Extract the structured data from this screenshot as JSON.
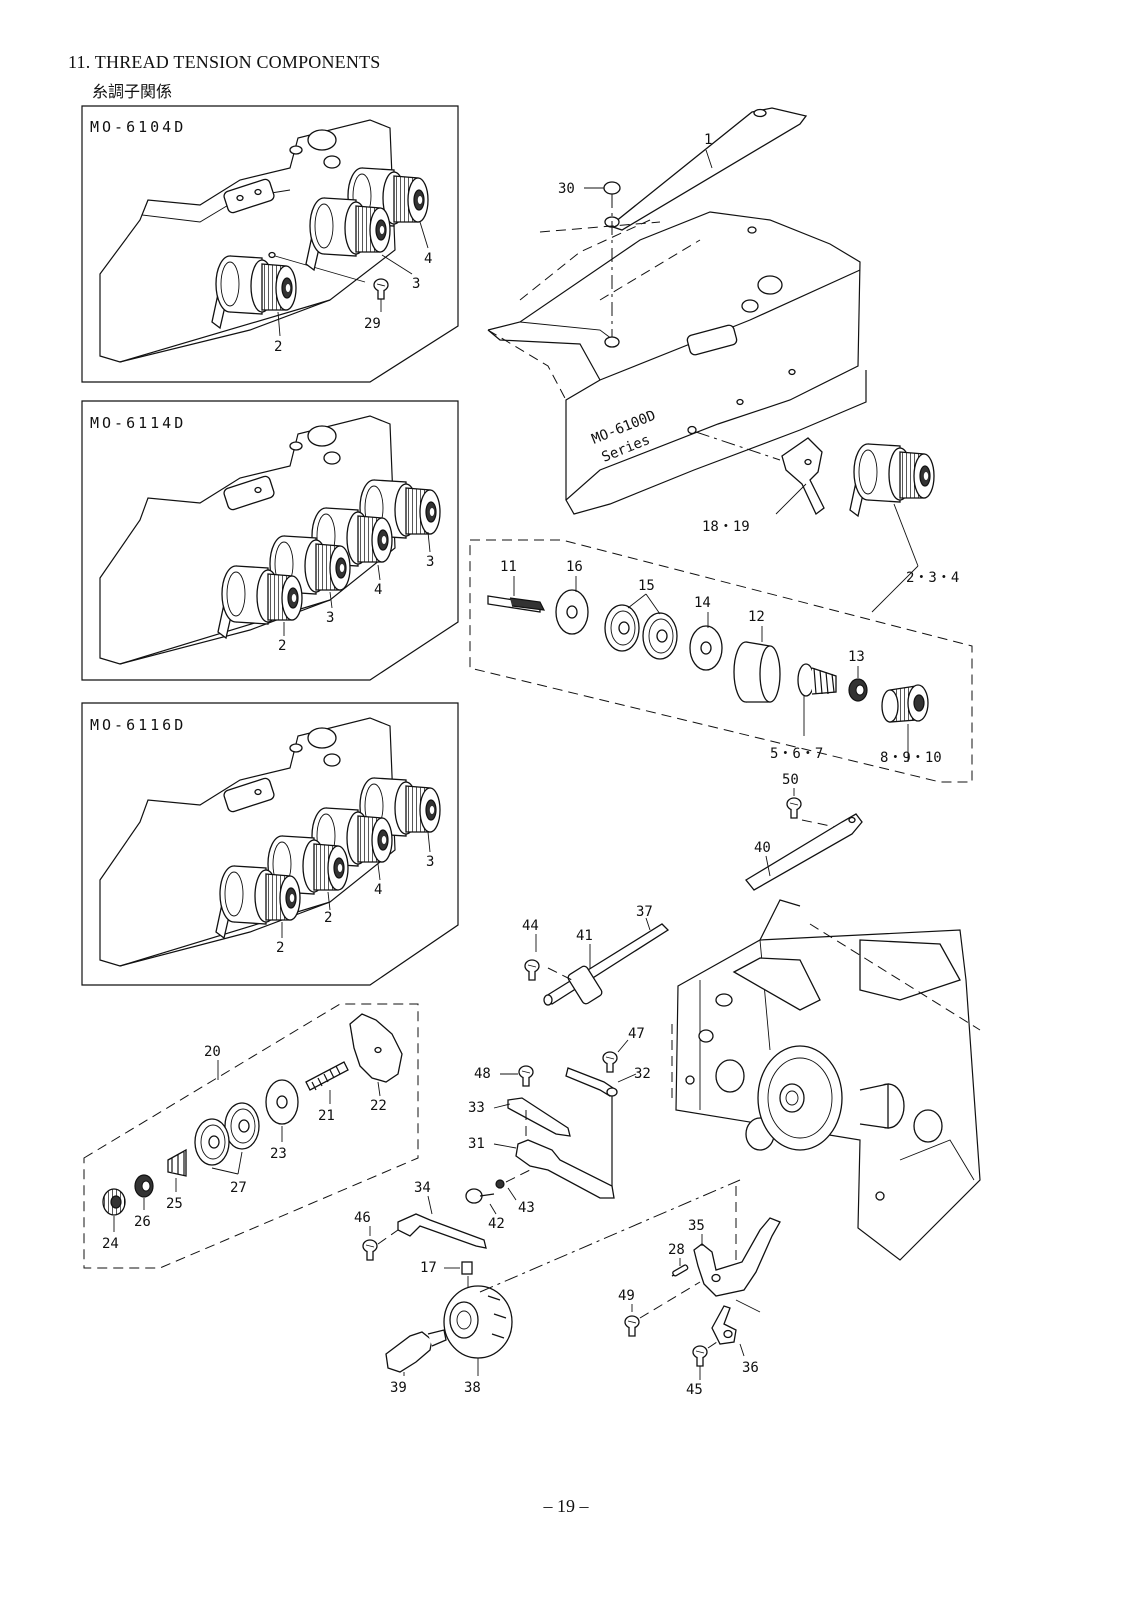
{
  "header": {
    "title": "11. THREAD TENSION COMPONENTS",
    "subtitle": "糸調子関係"
  },
  "page_number": "– 19 –",
  "panels": [
    {
      "model": "MO-6104D"
    },
    {
      "model": "MO-6114D"
    },
    {
      "model": "MO-6116D"
    }
  ],
  "plate_marking": {
    "line1": "MO-6100D",
    "line2": "Series"
  },
  "part_labels": {
    "p1": "1",
    "p2": "2",
    "p3": "3",
    "p4": "4",
    "p29": "29",
    "p30": "30",
    "p18_19": "18・19",
    "p2_3_4": "2・3・4",
    "p11": "11",
    "p16": "16",
    "p15": "15",
    "p14": "14",
    "p12": "12",
    "p13": "13",
    "p5_6_7": "5・6・7",
    "p8_9_10": "8・9・10",
    "p50": "50",
    "p40": "40",
    "p37": "37",
    "p41": "41",
    "p44": "44",
    "p20": "20",
    "p21": "21",
    "p22": "22",
    "p23": "23",
    "p24": "24",
    "p25": "25",
    "p26": "26",
    "p27": "27",
    "p47": "47",
    "p48": "48",
    "p32": "32",
    "p33": "33",
    "p31": "31",
    "p34": "34",
    "p42": "42",
    "p43": "43",
    "p46": "46",
    "p17": "17",
    "p35": "35",
    "p28": "28",
    "p49": "49",
    "p36": "36",
    "p45": "45",
    "p39": "39",
    "p38": "38",
    "panel2_2": "2",
    "panel2_3a": "3",
    "panel2_3b": "3",
    "panel2_4": "4",
    "panel3_2a": "2",
    "panel3_2b": "2",
    "panel3_3": "3",
    "panel3_4": "4"
  }
}
